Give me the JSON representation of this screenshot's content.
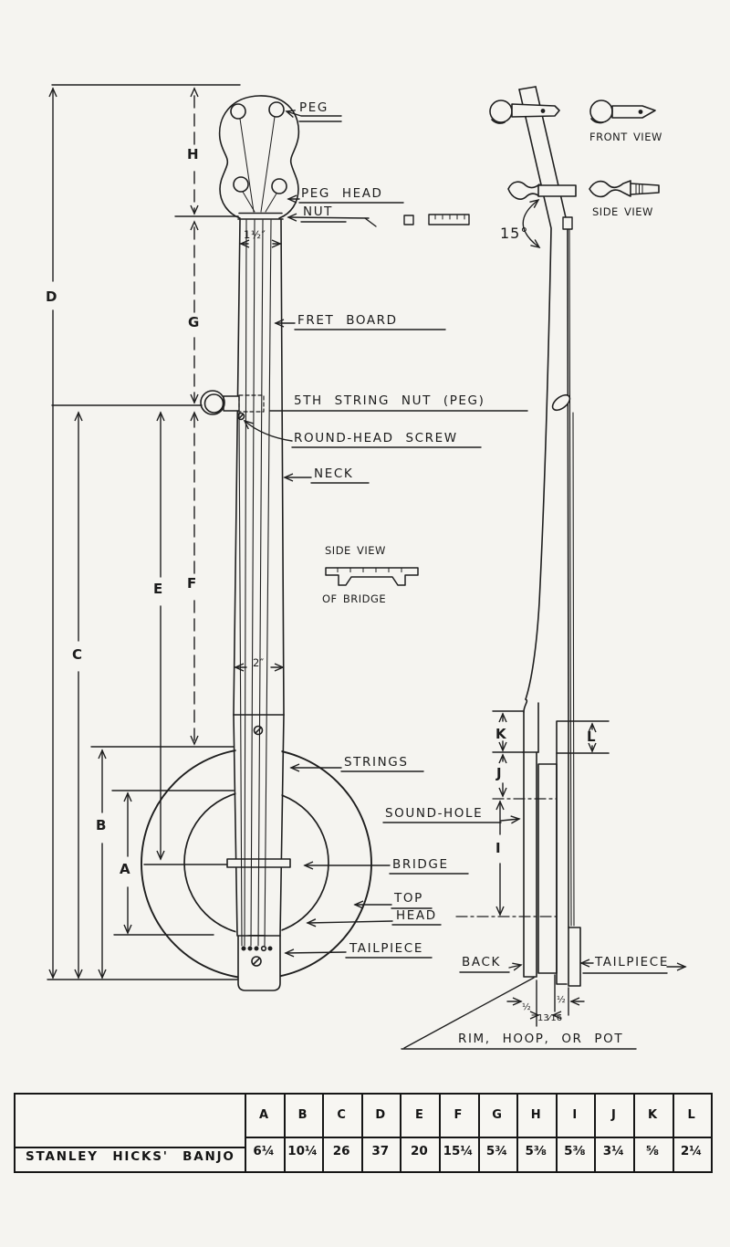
{
  "front": {
    "peg": "PEG",
    "peg_head": "PEG HEAD",
    "nut": "NUT",
    "nut_width": "1½″",
    "fret_board": "FRET BOARD",
    "fifth_string_nut": "5TH STRING NUT (PEG)",
    "round_head_screw": "ROUND-HEAD SCREW",
    "neck": "NECK",
    "neck_width": "2″",
    "strings": "STRINGS",
    "sound_hole": "SOUND-HOLE",
    "bridge": "BRIDGE",
    "top": "TOP",
    "head": "HEAD",
    "tailpiece": "TAILPIECE",
    "dims": {
      "a": "A",
      "b": "B",
      "c": "C",
      "d": "D",
      "e": "E",
      "f": "F",
      "g": "G",
      "h": "H"
    }
  },
  "bridge_inset": {
    "side_view": "SIDE VIEW",
    "of_bridge": "OF BRIDGE"
  },
  "side": {
    "front_view": "FRONT VIEW",
    "side_view": "SIDE VIEW",
    "angle": "15°",
    "back": "BACK",
    "tailpiece": "TAILPIECE",
    "rim": "RIM, HOOP, OR POT",
    "dims": {
      "i": "I",
      "j": "J",
      "k": "K",
      "l": "L"
    },
    "thickness": {
      "back": "½",
      "rim": "13⁄16",
      "neck": "½"
    }
  },
  "table": {
    "row_label": "STANLEY HICKS' BANJO",
    "columns": [
      "A",
      "B",
      "C",
      "D",
      "E",
      "F",
      "G",
      "H",
      "I",
      "J",
      "K",
      "L"
    ],
    "values": [
      "6¼",
      "10¼",
      "26",
      "37",
      "20",
      "15¼",
      "5¾",
      "5⅜",
      "5⅜",
      "3¼",
      "⅝",
      "2¼"
    ]
  }
}
